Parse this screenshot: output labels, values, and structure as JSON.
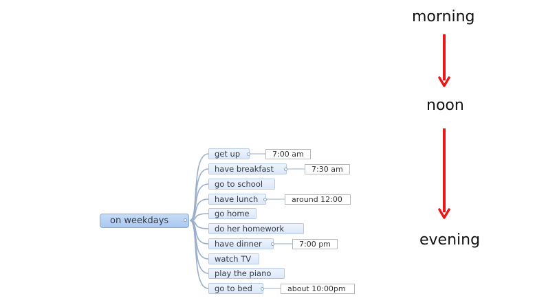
{
  "mindmap": {
    "root": "on weekdays",
    "tasks": [
      {
        "label": "get up",
        "detail": "7:00 am"
      },
      {
        "label": "have breakfast",
        "detail": "7:30 am"
      },
      {
        "label": "go to school",
        "detail": ""
      },
      {
        "label": "have lunch",
        "detail": "around 12:00"
      },
      {
        "label": "go home",
        "detail": ""
      },
      {
        "label": "do  her homework",
        "detail": ""
      },
      {
        "label": "have dinner",
        "detail": "7:00 pm"
      },
      {
        "label": "watch TV",
        "detail": ""
      },
      {
        "label": "play the piano",
        "detail": ""
      },
      {
        "label": "go to bed",
        "detail": "about 10:00pm"
      }
    ]
  },
  "timeline": {
    "labels": [
      "morning",
      "noon",
      "evening"
    ],
    "arrow_color": "#e81818"
  },
  "colors": {
    "connector": "#9aaecb",
    "root_fill": "#b3cff4",
    "task_fill": "#e6eefb"
  }
}
